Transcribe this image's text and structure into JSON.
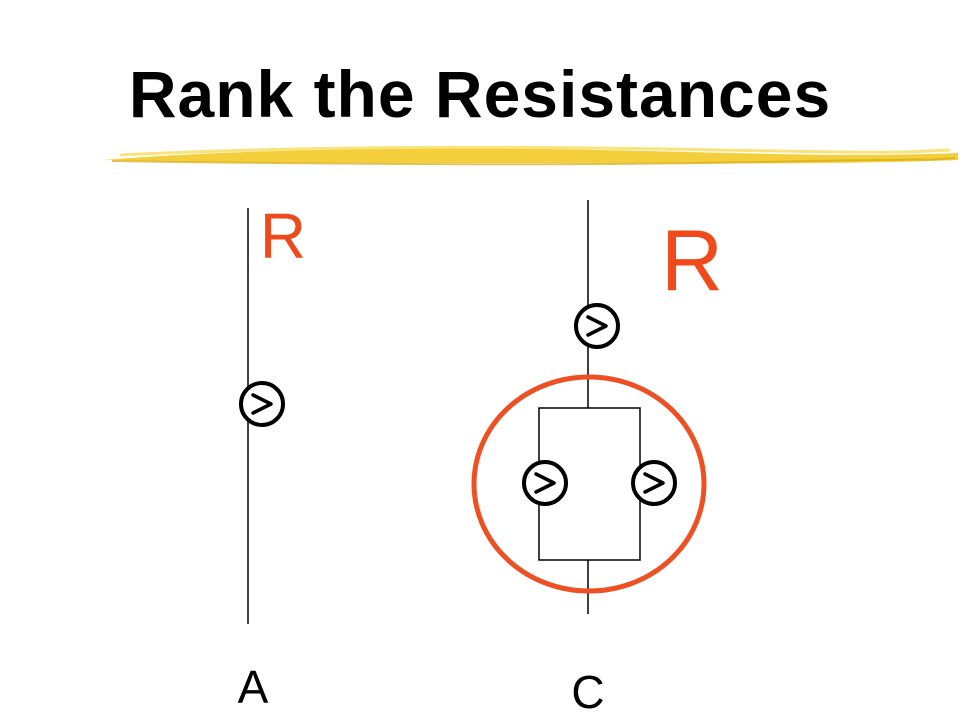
{
  "slide": {
    "title": "Rank the Resistances"
  },
  "colors": {
    "title": "#000000",
    "underline_brush": "#f2c71a",
    "resistance_label": "#f04a1c",
    "highlight_circle": "#ee4f23",
    "wire": "#000000"
  },
  "circuits": [
    {
      "label": "A",
      "resistance_label": "R",
      "bulbs": 1,
      "configuration": "single bulb"
    },
    {
      "label": "C",
      "resistance_label": "R",
      "bulbs": 3,
      "configuration": "one bulb in series with two bulbs in parallel",
      "highlight": "parallel section circled"
    }
  ],
  "icons": {
    "bulb": "light-bulb-icon"
  }
}
